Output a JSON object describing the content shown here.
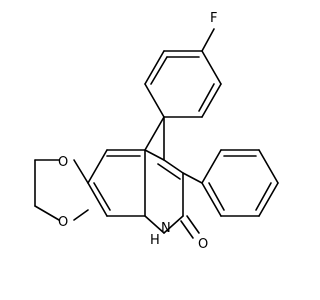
{
  "molecule": {
    "atom_labels": {
      "fluorine": "F",
      "oxygen_upper": "O",
      "oxygen_lower": "O",
      "carbonyl_oxygen": "O",
      "nitrogen": "N",
      "nitrogen_hydrogen": "H"
    },
    "colors": {
      "bond": "#000000",
      "label": "#000000",
      "background": "#ffffff"
    }
  }
}
